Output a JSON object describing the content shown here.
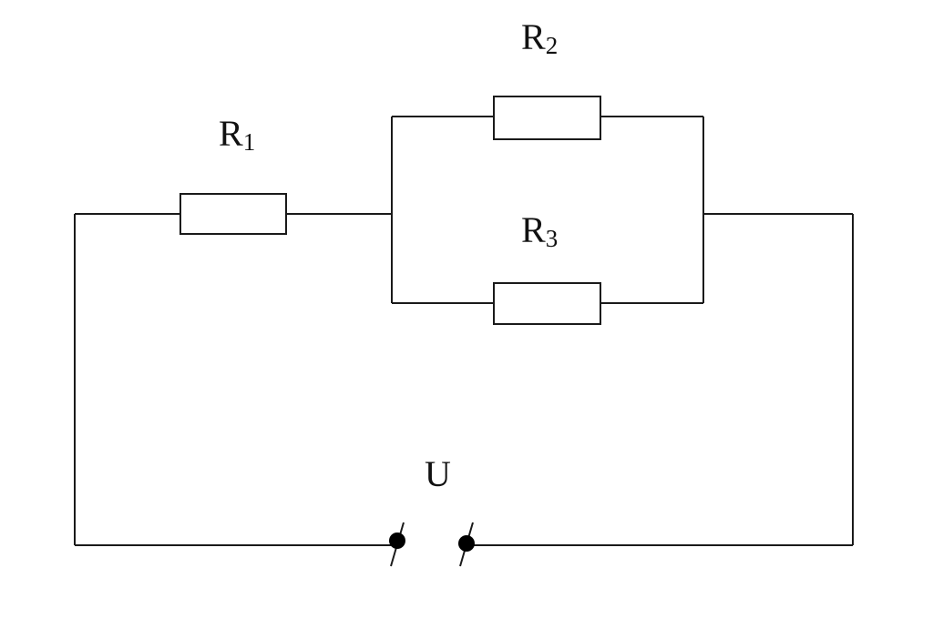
{
  "diagram": {
    "resistors": [
      {
        "id": "r1",
        "letter": "R",
        "index": "1"
      },
      {
        "id": "r2",
        "letter": "R",
        "index": "2"
      },
      {
        "id": "r3",
        "letter": "R",
        "index": "3"
      }
    ],
    "source": {
      "label": "U"
    },
    "colors": {
      "wire": "#1a1a1a",
      "terminal": "#000000",
      "background": "#ffffff"
    }
  }
}
